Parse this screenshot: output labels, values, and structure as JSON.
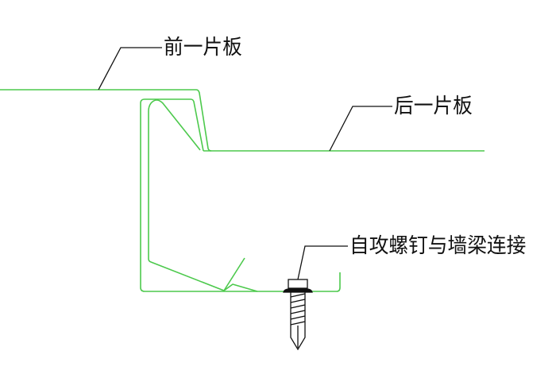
{
  "labels": {
    "front_panel": "前一片板",
    "rear_panel": "后一片板",
    "screw": "自攻螺钉与墙梁连接"
  },
  "colors": {
    "panel_line": "#4cc94c",
    "leader_line": "#111111"
  }
}
